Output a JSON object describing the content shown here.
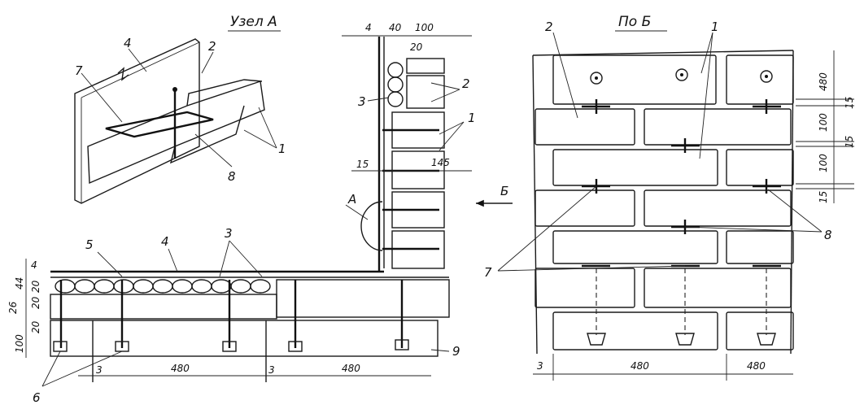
{
  "titles": {
    "node_a": "Узел А",
    "view_b": "По Б"
  },
  "view_arrow": "Б",
  "section_mark": "А",
  "callouts": {
    "n1": "1",
    "n2": "2",
    "n3": "3",
    "n4": "4",
    "n5": "5",
    "n6": "6",
    "n7": "7",
    "n8": "8",
    "n9": "9"
  },
  "dims": {
    "d4": "4",
    "d40": "40",
    "d100": "100",
    "d20": "20",
    "d15": "15",
    "d145": "145",
    "d44": "44",
    "d26": "26",
    "d480": "480",
    "d3": "3"
  }
}
